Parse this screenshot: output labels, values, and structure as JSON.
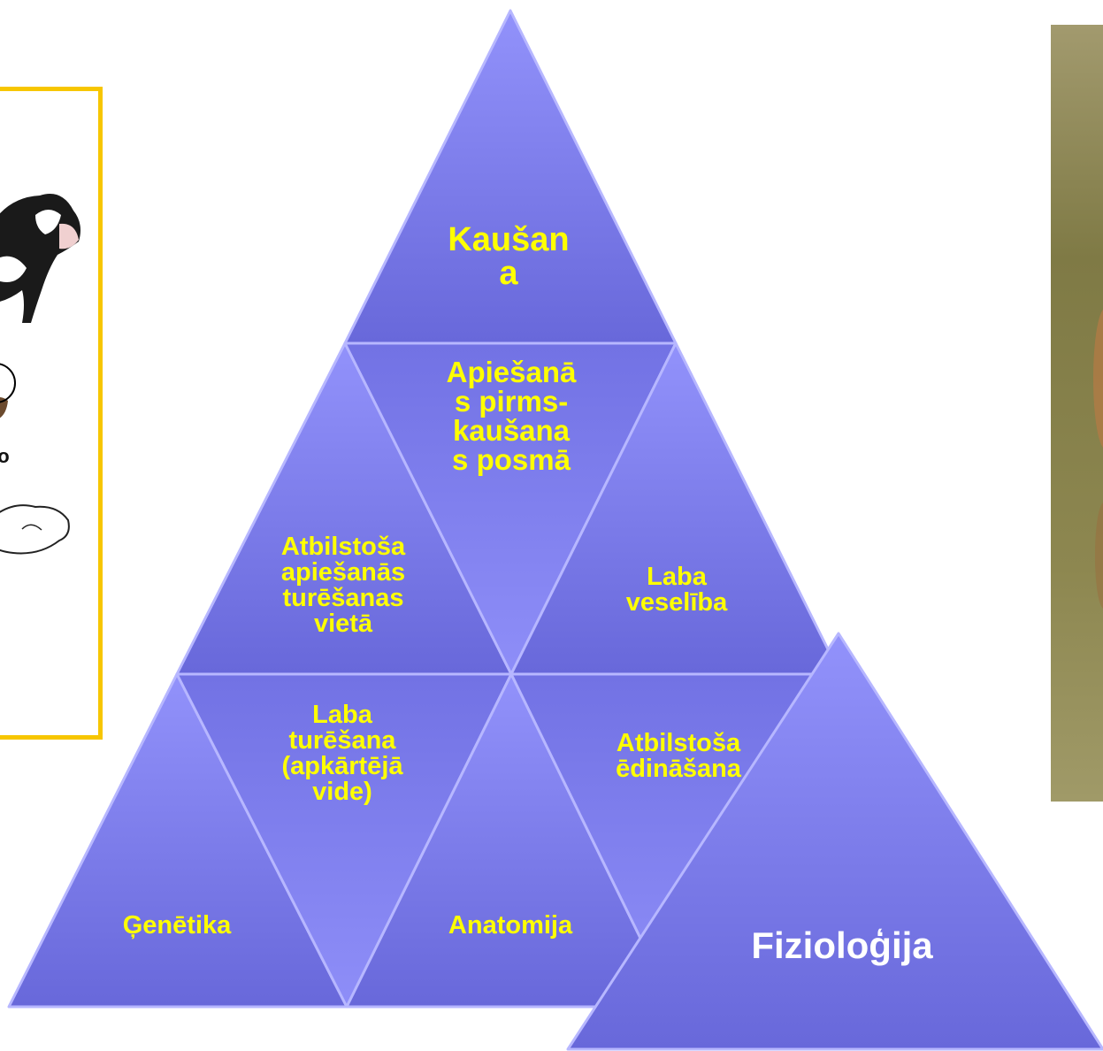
{
  "colors": {
    "triangle_light": "#8c8cf5",
    "triangle_dark": "#6464d6",
    "triangle_edge": "#b7b7ff",
    "label_yellow": "#ffff00",
    "label_white": "#ffffff",
    "card_border": "#f7c600"
  },
  "left_card": {
    "partial_text": "vo",
    "icons": [
      "cow-icon",
      "calf-icon",
      "circle-icon",
      "lying-calf-icon"
    ]
  },
  "pyramid": {
    "top": "Kaušan\na",
    "pre_slaughter": "Apiešanā\ns pirms-\nkaušana\ns posmā",
    "housing_stunning": "Atbilstoša\napiešanās\nturēšanas\nvietā",
    "health": "Laba\nveselība",
    "housing_env": "Laba\nturēšana\n(apkārtējā\nvide)",
    "feeding": "Atbilstoša\nēdināšana",
    "genetics": "Ģenētika",
    "anatomy": "Anatomija",
    "physiology": "Fizioloģija"
  }
}
